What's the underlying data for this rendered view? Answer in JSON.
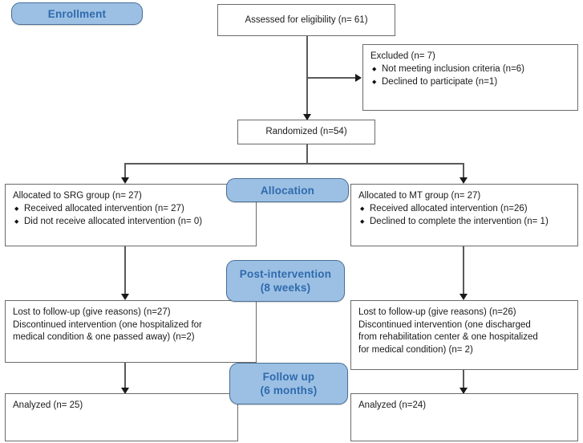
{
  "diagram": {
    "type": "consort-flow-diagram",
    "colors": {
      "stage_fill": "#9cc0e4",
      "stage_border": "#4a6f96",
      "stage_text": "#2f6aad",
      "node_border": "#6b6b6b",
      "connector": "#5a5a5a",
      "background": "#ffffff"
    }
  },
  "stages": {
    "enrollment": {
      "label": "Enrollment"
    },
    "allocation": {
      "label": "Allocation"
    },
    "post_intervention": {
      "line1": "Post-intervention",
      "line2": "(8 weeks)"
    },
    "follow_up": {
      "line1": "Follow up",
      "line2": "(6 months)"
    }
  },
  "nodes": {
    "assessed": {
      "title": "Assessed for eligibility (n= 61)"
    },
    "excluded": {
      "title": "Excluded (n= 7)",
      "bullets": [
        "Not meeting inclusion criteria (n=6)",
        "Declined to participate (n=1)"
      ]
    },
    "randomized": {
      "title": "Randomized (n=54)"
    },
    "allocated_left": {
      "title": "Allocated to SRG group (n= 27)",
      "bullets": [
        "Received allocated intervention (n= 27)",
        "Did not receive allocated intervention (n= 0)"
      ]
    },
    "allocated_right": {
      "title": "Allocated to MT group (n= 27)",
      "bullets": [
        "Received allocated intervention (n=26)",
        "Declined to complete the intervention (n= 1)"
      ]
    },
    "followup_left": {
      "lines": [
        "Lost to follow-up (give reasons) (n=27)",
        "Discontinued intervention (one hospitalized for",
        "medical condition & one passed away) (n=2)"
      ]
    },
    "followup_right": {
      "lines": [
        "Lost to follow-up (give reasons) (n=26)",
        "Discontinued intervention (one discharged",
        "from rehabilitation center & one hospitalized",
        "for medical condition) (n= 2)"
      ]
    },
    "analyzed_left": {
      "title": "Analyzed (n= 25)"
    },
    "analyzed_right": {
      "title": "Analyzed (n=24)"
    }
  }
}
